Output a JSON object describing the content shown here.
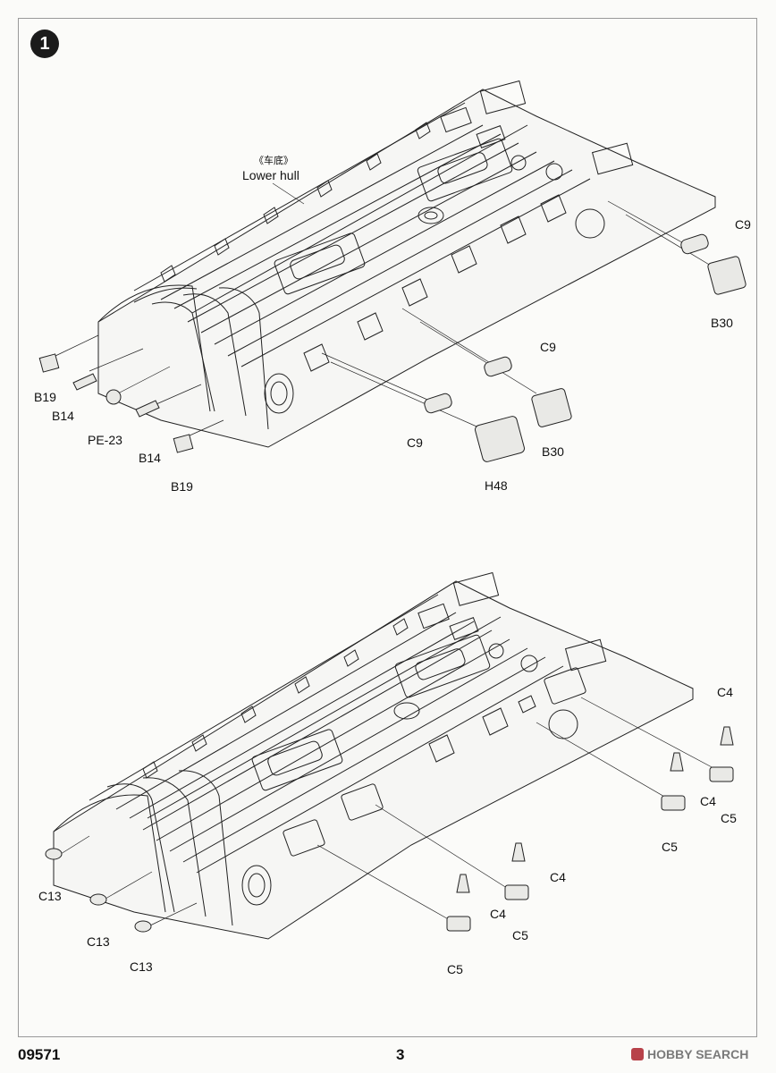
{
  "step": {
    "number": "1"
  },
  "upper": {
    "title_cn": "《车底》",
    "title_en": "Lower hull",
    "parts": [
      "C9",
      "B30",
      "C9",
      "B30",
      "C9",
      "H48",
      "B19",
      "B14",
      "PE-23",
      "B14",
      "B19"
    ]
  },
  "lower": {
    "parts": [
      "C4",
      "C4",
      "C5",
      "C5",
      "C4",
      "C4",
      "C5",
      "C5",
      "C13",
      "C13",
      "C13"
    ]
  },
  "footer": {
    "code": "09571",
    "page": "3",
    "watermark": "HOBBY SEARCH"
  }
}
